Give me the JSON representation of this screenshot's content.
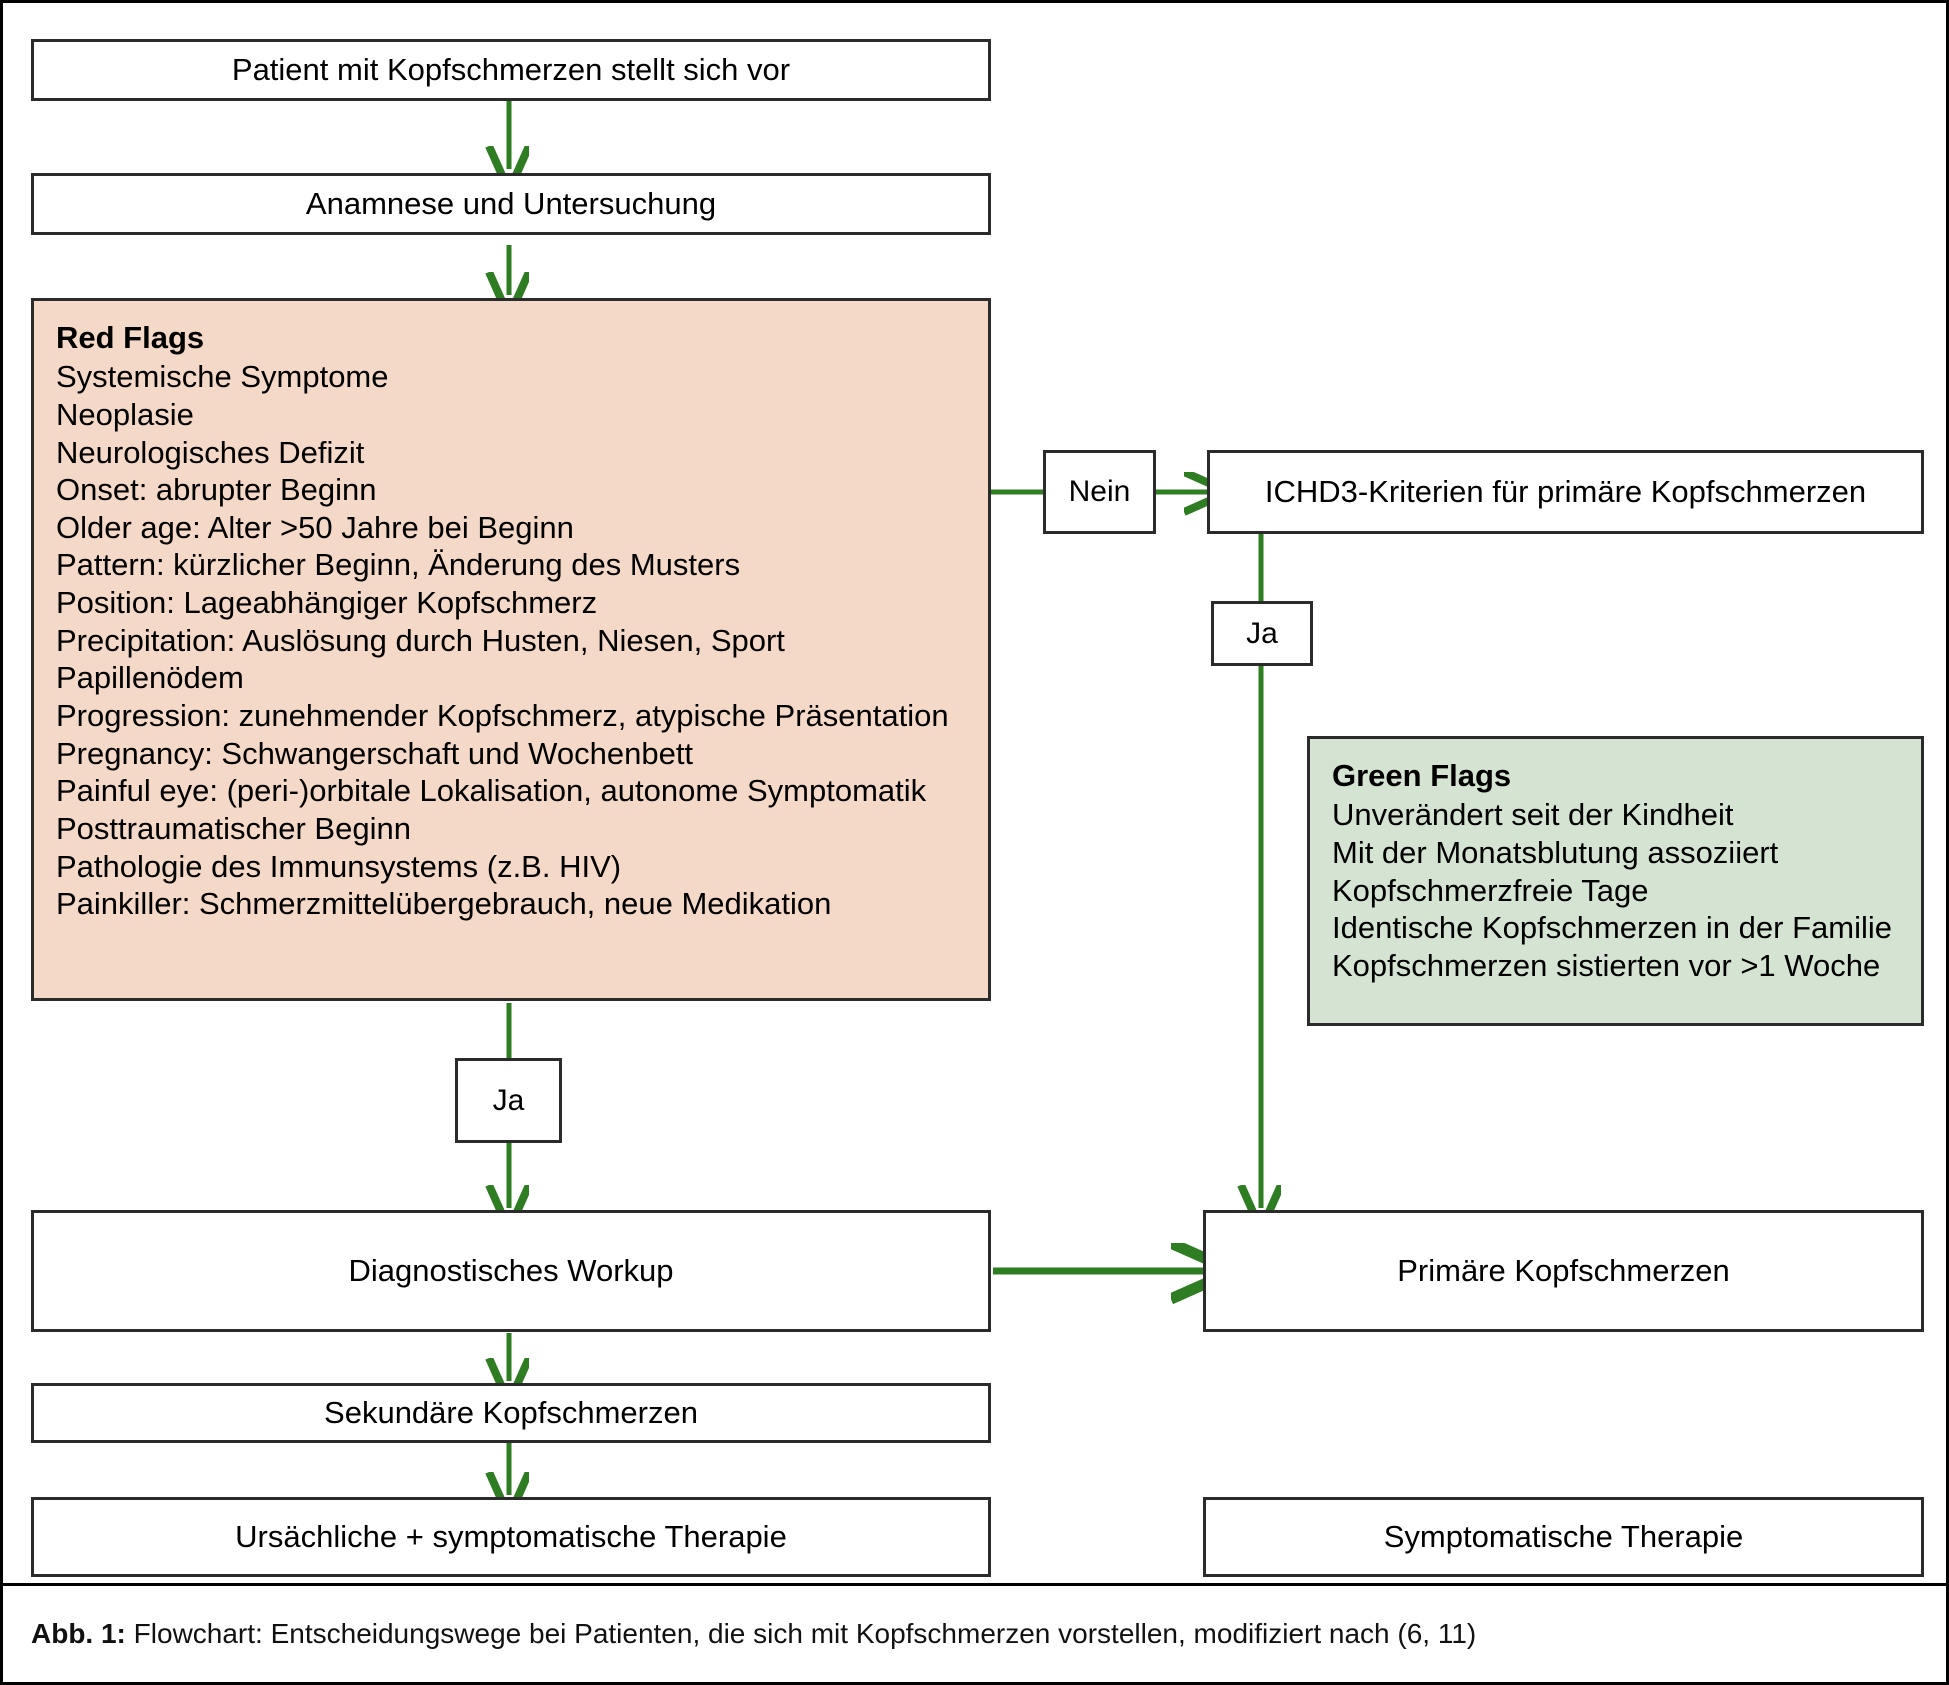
{
  "figure": {
    "caption_label": "Abb. 1:",
    "caption_text": " Flowchart: Entscheidungswege bei Patienten, die sich mit Kopfschmerzen vorstellen, modifiziert nach (6, 11)"
  },
  "colors": {
    "arrow_green": "#2e7d22",
    "red_flag_fill": "#f4d8c8",
    "green_flag_fill": "#d5e4d2",
    "box_border": "#2b2b2b",
    "frame_border": "#000000"
  },
  "nodes": {
    "start": "Patient mit Kopfschmerzen stellt sich vor",
    "history": "Anamnese und Untersuchung",
    "ichd3": "ICHD3-Kriterien für primäre Kopfschmerzen",
    "diagnostic_workup": "Diagnostisches Workup",
    "primary_headache": "Primäre Kopfschmerzen",
    "secondary_headache": "Sekundäre Kopfschmerzen",
    "causal_therapy": "Ursächliche + symptomatische Therapie",
    "symptomatic_therapy": "Symptomatische Therapie"
  },
  "decisions": {
    "nein": "Nein",
    "ja_ichd3": "Ja",
    "ja_redflags": "Ja"
  },
  "red_flags": {
    "title": "Red Flags",
    "items": [
      "Systemische Symptome",
      "Neoplasie",
      "Neurologisches Defizit",
      "Onset: abrupter Beginn",
      "Older age: Alter >50 Jahre bei Beginn",
      "Pattern: kürzlicher Beginn, Änderung des Musters",
      "Position: Lageabhängiger Kopfschmerz",
      "Precipitation: Auslösung durch Husten, Niesen, Sport",
      "Papillenödem",
      "Progression: zunehmender Kopfschmerz, atypische Präsentation",
      "Pregnancy: Schwangerschaft und Wochenbett",
      "Painful eye: (peri-)orbitale Lokalisation, autonome Symptomatik",
      "Posttraumatischer Beginn",
      "Pathologie des Immunsystems (z.B. HIV)",
      "Painkiller: Schmerzmittelübergebrauch, neue Medikation"
    ]
  },
  "green_flags": {
    "title": "Green Flags",
    "items": [
      "Unverändert seit der Kindheit",
      "Mit der Monatsblutung assoziiert",
      "Kopfschmerzfreie Tage",
      "Identische Kopfschmerzen in der Familie",
      "Kopfschmerzen sistierten vor >1 Woche"
    ]
  }
}
